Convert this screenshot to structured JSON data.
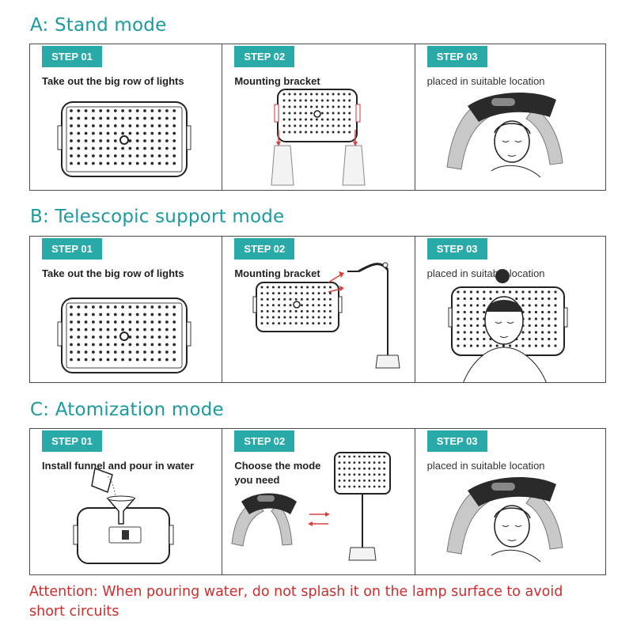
{
  "sections": [
    {
      "title": "A: Stand mode",
      "steps": [
        {
          "badge": "STEP 01",
          "caption": "Take out the big row of lights"
        },
        {
          "badge": "STEP 02",
          "caption": "Mounting bracket"
        },
        {
          "badge": "STEP 03",
          "caption": "placed in suitable location"
        }
      ]
    },
    {
      "title": "B: Telescopic support mode",
      "steps": [
        {
          "badge": "STEP 01",
          "caption": "Take out the big row of lights"
        },
        {
          "badge": "STEP 02",
          "caption": "Mounting bracket"
        },
        {
          "badge": "STEP 03",
          "caption": "placed in suitable location"
        }
      ]
    },
    {
      "title": "C: Atomization mode",
      "steps": [
        {
          "badge": "STEP 01",
          "caption": "Install funnel and pour in water"
        },
        {
          "badge": "STEP 02",
          "caption": "Choose the mode you need"
        },
        {
          "badge": "STEP 03",
          "caption": "placed in suitable location"
        }
      ]
    }
  ],
  "attention": "Attention: When pouring water, do not splash it on the lamp surface to avoid short circuits",
  "colors": {
    "accent": "#2aa9a9",
    "title": "#1b9aa0",
    "warning": "#d22b2b",
    "arrow": "#d94141"
  },
  "icons": [
    "led-panel-icon",
    "stand-feet-icon",
    "face-device-icon",
    "telescopic-stand-icon",
    "water-cup-icon",
    "funnel-icon",
    "arc-device-icon",
    "arrow-icon"
  ]
}
